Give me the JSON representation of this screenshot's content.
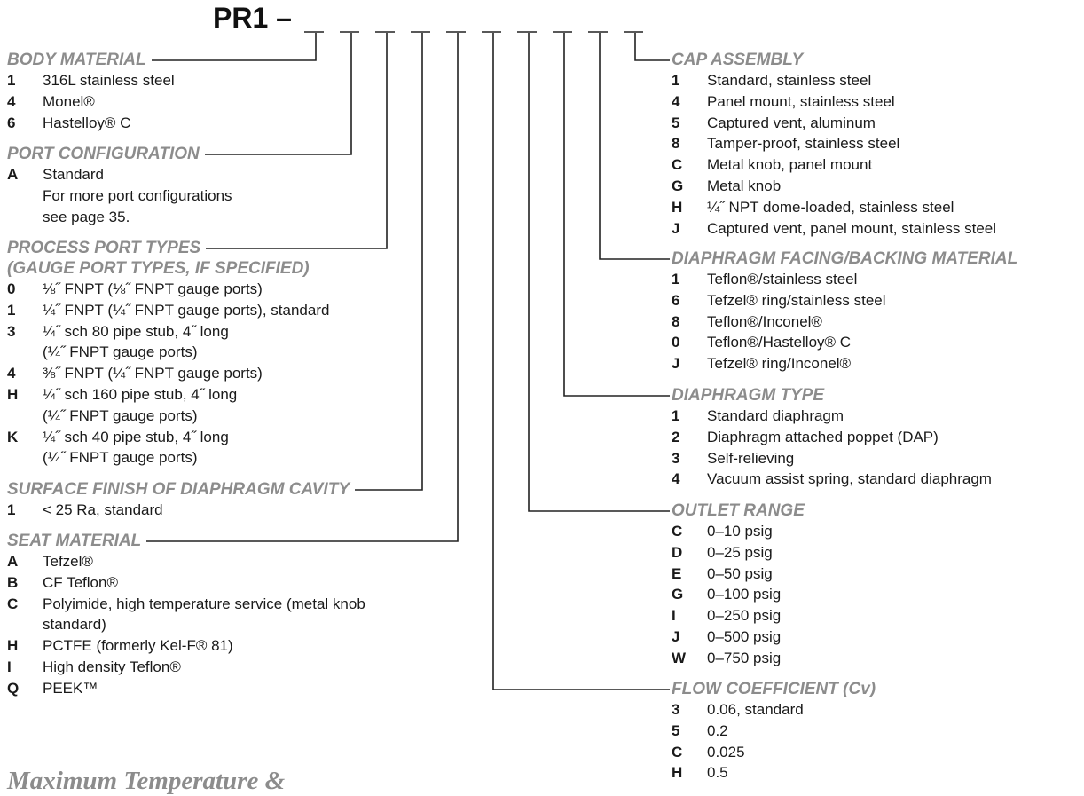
{
  "title": "PR1 –",
  "left_sections": [
    {
      "id": "body",
      "heading": [
        "BODY MATERIAL"
      ],
      "options": [
        {
          "code": "1",
          "desc": [
            "316L stainless steel"
          ]
        },
        {
          "code": "4",
          "desc": [
            "Monel®"
          ]
        },
        {
          "code": "6",
          "desc": [
            "Hastelloy® C"
          ]
        }
      ]
    },
    {
      "id": "port",
      "heading": [
        "PORT CONFIGURATION"
      ],
      "options": [
        {
          "code": "A",
          "desc": [
            "Standard"
          ]
        }
      ],
      "note": [
        "For more port configurations",
        "see page 35."
      ]
    },
    {
      "id": "process",
      "heading": [
        "PROCESS PORT TYPES",
        "(GAUGE PORT TYPES, IF SPECIFIED)"
      ],
      "options": [
        {
          "code": "0",
          "desc": [
            "⅛˝ FNPT (⅛˝ FNPT gauge ports)"
          ]
        },
        {
          "code": "1",
          "desc": [
            "¼˝ FNPT (¼˝ FNPT gauge ports), standard"
          ]
        },
        {
          "code": "3",
          "desc": [
            "¼˝ sch 80 pipe stub, 4˝ long",
            "(¼˝ FNPT gauge ports)"
          ]
        },
        {
          "code": "4",
          "desc": [
            "⅜˝ FNPT (¼˝ FNPT gauge ports)"
          ]
        },
        {
          "code": "H",
          "desc": [
            "¼˝ sch 160 pipe stub, 4˝ long",
            "(¼˝ FNPT gauge ports)"
          ]
        },
        {
          "code": "K",
          "desc": [
            "¼˝ sch 40 pipe stub, 4˝ long",
            "(¼˝ FNPT gauge ports)"
          ]
        }
      ]
    },
    {
      "id": "surface",
      "heading": [
        "SURFACE FINISH OF DIAPHRAGM CAVITY"
      ],
      "options": [
        {
          "code": "1",
          "desc": [
            "< 25 Ra, standard"
          ]
        }
      ]
    },
    {
      "id": "seat",
      "heading": [
        "SEAT MATERIAL"
      ],
      "options": [
        {
          "code": "A",
          "desc": [
            "Tefzel®"
          ]
        },
        {
          "code": "B",
          "desc": [
            "CF Teflon®"
          ]
        },
        {
          "code": "C",
          "desc": [
            "Polyimide, high temperature service (metal knob",
            "standard)"
          ]
        },
        {
          "code": "H",
          "desc": [
            "PCTFE (formerly Kel-F® 81)"
          ]
        },
        {
          "code": "I",
          "desc": [
            "High density Teflon®"
          ]
        },
        {
          "code": "Q",
          "desc": [
            "PEEK™"
          ]
        }
      ]
    }
  ],
  "right_sections": [
    {
      "id": "cap",
      "heading": [
        "CAP ASSEMBLY"
      ],
      "options": [
        {
          "code": "1",
          "desc": [
            "Standard, stainless steel"
          ]
        },
        {
          "code": "4",
          "desc": [
            "Panel mount, stainless steel"
          ]
        },
        {
          "code": "5",
          "desc": [
            "Captured vent, aluminum"
          ]
        },
        {
          "code": "8",
          "desc": [
            "Tamper-proof, stainless steel"
          ]
        },
        {
          "code": "C",
          "desc": [
            "Metal knob, panel mount"
          ]
        },
        {
          "code": "G",
          "desc": [
            "Metal knob"
          ]
        },
        {
          "code": "H",
          "desc": [
            "¼˝ NPT dome-loaded, stainless steel"
          ]
        },
        {
          "code": "J",
          "desc": [
            "Captured vent, panel mount, stainless steel"
          ]
        }
      ]
    },
    {
      "id": "facing",
      "heading": [
        "DIAPHRAGM FACING/BACKING MATERIAL"
      ],
      "options": [
        {
          "code": "1",
          "desc": [
            "Teflon®/stainless steel"
          ]
        },
        {
          "code": "6",
          "desc": [
            "Tefzel® ring/stainless steel"
          ]
        },
        {
          "code": "8",
          "desc": [
            "Teflon®/Inconel®"
          ]
        },
        {
          "code": "0",
          "desc": [
            "Teflon®/Hastelloy® C"
          ]
        },
        {
          "code": "J",
          "desc": [
            "Tefzel® ring/Inconel®"
          ]
        }
      ]
    },
    {
      "id": "dtype",
      "heading": [
        "DIAPHRAGM TYPE"
      ],
      "options": [
        {
          "code": "1",
          "desc": [
            "Standard diaphragm"
          ]
        },
        {
          "code": "2",
          "desc": [
            "Diaphragm attached poppet (DAP)"
          ]
        },
        {
          "code": "3",
          "desc": [
            "Self-relieving"
          ]
        },
        {
          "code": "4",
          "desc": [
            "Vacuum assist spring, standard diaphragm"
          ]
        }
      ]
    },
    {
      "id": "outlet",
      "heading": [
        "OUTLET RANGE"
      ],
      "options": [
        {
          "code": "C",
          "desc": [
            "0–10 psig"
          ]
        },
        {
          "code": "D",
          "desc": [
            "0–25 psig"
          ]
        },
        {
          "code": "E",
          "desc": [
            "0–50 psig"
          ]
        },
        {
          "code": "G",
          "desc": [
            "0–100 psig"
          ]
        },
        {
          "code": "I",
          "desc": [
            "0–250 psig"
          ]
        },
        {
          "code": "J",
          "desc": [
            "0–500 psig"
          ]
        },
        {
          "code": "W",
          "desc": [
            "0–750 psig"
          ]
        }
      ]
    },
    {
      "id": "flow",
      "heading": [
        "FLOW COEFFICIENT (Cv)"
      ],
      "options": [
        {
          "code": "3",
          "desc": [
            "0.06, standard"
          ]
        },
        {
          "code": "5",
          "desc": [
            "0.2"
          ]
        },
        {
          "code": "C",
          "desc": [
            "0.025"
          ]
        },
        {
          "code": "H",
          "desc": [
            "0.5"
          ]
        }
      ]
    }
  ],
  "footer": "Maximum Temperature &"
}
